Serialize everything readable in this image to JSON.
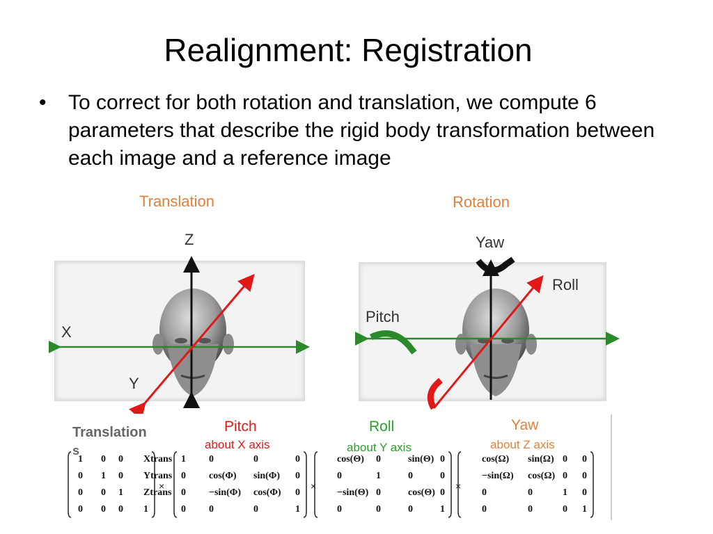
{
  "slide": {
    "title": "Realignment: Registration",
    "bullet_text": "To correct for both rotation and translation, we compute 6 parameters that describe the rigid body transformation between each image and a reference image",
    "bullet_char": "•",
    "translation_heading": "Translation",
    "rotation_heading": "Rotation"
  },
  "translation_figure": {
    "label_z": "Z",
    "label_x": "X",
    "label_y": "Y"
  },
  "rotation_figure": {
    "label_yaw": "Yaw",
    "label_roll": "Roll",
    "label_pitch": "Pitch"
  },
  "matrices": {
    "translation_title_1": "Translation",
    "translation_title_2": "s",
    "pitch_title": "Pitch",
    "pitch_sub": "about X axis",
    "roll_title": "Roll",
    "roll_sub": "about Y axis",
    "yaw_title": "Yaw",
    "yaw_sub": "about Z axis",
    "times": "×",
    "translation_rows": [
      [
        "1",
        "0",
        "0",
        "Xtrans"
      ],
      [
        "0",
        "1",
        "0",
        "Ytrans"
      ],
      [
        "0",
        "0",
        "1",
        "Ztrans"
      ],
      [
        "0",
        "0",
        "0",
        "1"
      ]
    ],
    "pitch_rows": [
      [
        "1",
        "0",
        "0",
        "0"
      ],
      [
        "0",
        "cos(Φ)",
        "sin(Φ)",
        "0"
      ],
      [
        "0",
        "−sin(Φ)",
        "cos(Φ)",
        "0"
      ],
      [
        "0",
        "0",
        "0",
        "1"
      ]
    ],
    "roll_rows": [
      [
        "cos(Θ)",
        "0",
        "sin(Θ)",
        "0"
      ],
      [
        "0",
        "1",
        "0",
        "0"
      ],
      [
        "−sin(Θ)",
        "0",
        "cos(Θ)",
        "0"
      ],
      [
        "0",
        "0",
        "0",
        "1"
      ]
    ],
    "yaw_rows": [
      [
        "cos(Ω)",
        "sin(Ω)",
        "0",
        "0"
      ],
      [
        "−sin(Ω)",
        "cos(Ω)",
        "0",
        "0"
      ],
      [
        "0",
        "0",
        "1",
        "0"
      ],
      [
        "0",
        "0",
        "0",
        "1"
      ]
    ]
  },
  "colors": {
    "accent_orange": "#e0803a",
    "axis_red": "#e01818",
    "axis_green": "#2a8a2a",
    "matrix_red": "#e01818",
    "matrix_green": "#2aa02a",
    "matrix_orange": "#e0803a"
  }
}
